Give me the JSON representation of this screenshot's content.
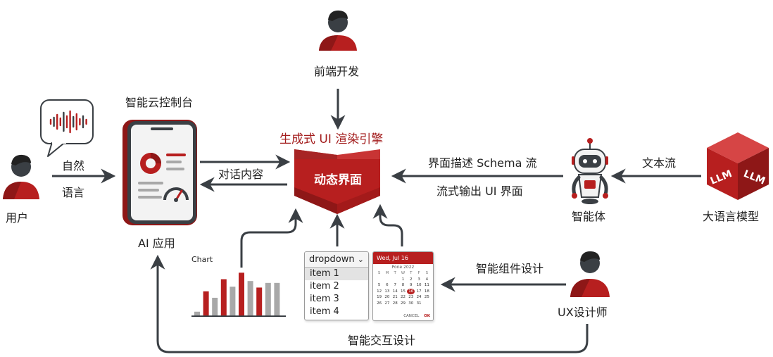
{
  "titles": {
    "frontend_dev": "前端开发",
    "cloud_console": "智能云控制台",
    "render_engine": "生成式 UI 渲染引擎",
    "dynamic_ui": "动态界面",
    "ai_app": "AI 应用",
    "user": "用户",
    "agent": "智能体",
    "llm": "大语言模型",
    "ux_designer": "UX设计师"
  },
  "edges": {
    "natural_language_1": "自然",
    "natural_language_2": "语言",
    "dialog_content": "对话内容",
    "schema_stream": "界面描述 Schema 流",
    "stream_output": "流式输出 UI 界面",
    "text_stream": "文本流",
    "smart_component_design": "智能组件设计",
    "smart_interaction_design": "智能交互设计"
  },
  "llm_cube": {
    "face_left": "LLM",
    "face_right": "LLM"
  },
  "chart_widget": {
    "label": "Chart",
    "bar_colors": [
      "#a8a8a8",
      "#b71f1f",
      "#a8a8a8",
      "#b71f1f",
      "#a8a8a8",
      "#b71f1f",
      "#a8a8a8",
      "#b71f1f",
      "#a8a8a8",
      "#a8a8a8"
    ],
    "bar_levels": [
      0.08,
      0.52,
      0.38,
      0.78,
      0.62,
      0.92,
      0.74,
      0.6,
      0.7,
      0.7
    ]
  },
  "dropdown_widget": {
    "header": "dropdown",
    "items": [
      "item 1",
      "item 2",
      "item 3",
      "item 4"
    ]
  },
  "calendar_widget": {
    "header": "Wed, Jul 16",
    "month": "Pone 2022",
    "weekdays": [
      "S",
      "M",
      "T",
      "W",
      "T",
      "F",
      "S"
    ],
    "days": [
      "",
      "",
      "",
      "1",
      "2",
      "3",
      "4",
      "5",
      "6",
      "7",
      "8",
      "9",
      "10",
      "11",
      "12",
      "13",
      "14",
      "15",
      "16",
      "17",
      "18",
      "19",
      "20",
      "21",
      "22",
      "23",
      "24",
      "25",
      "26",
      "27",
      "28",
      "29",
      "30",
      "31",
      ""
    ],
    "today": "16",
    "cancel": "CANCEL",
    "ok": "OK"
  },
  "colors": {
    "accent": "#b71f1f",
    "accent_dark": "#8e1717",
    "arrow": "#3a3f44",
    "bar_gray": "#a8a8a8"
  }
}
